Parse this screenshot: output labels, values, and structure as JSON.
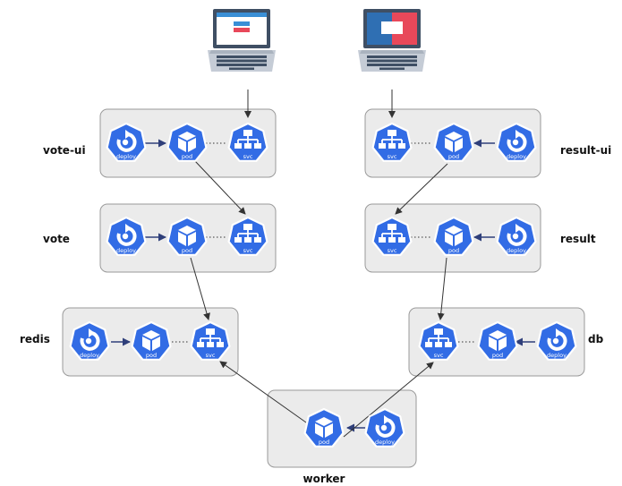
{
  "colors": {
    "k8s_blue": "#326ce5",
    "k8s_outline": "#ffffff",
    "group_fill": "#ebebeb",
    "group_stroke": "#9a9a9a",
    "flow_arrow": "#2f3f7a",
    "vote_screen_header": "#3a8fd6",
    "result_screen_left": "#2f6fb3",
    "result_screen_right": "#e8485a"
  },
  "groups": {
    "vote_ui": {
      "label": "vote-ui",
      "icons": {
        "deploy": "deploy",
        "pod": "pod",
        "svc": "svc"
      }
    },
    "vote": {
      "label": "vote",
      "icons": {
        "deploy": "deploy",
        "pod": "pod",
        "svc": "svc"
      }
    },
    "redis": {
      "label": "redis",
      "icons": {
        "deploy": "deploy",
        "pod": "pod",
        "svc": "svc"
      }
    },
    "result_ui": {
      "label": "result-ui",
      "icons": {
        "svc": "svc",
        "pod": "pod",
        "deploy": "deploy"
      }
    },
    "result": {
      "label": "result",
      "icons": {
        "svc": "svc",
        "pod": "pod",
        "deploy": "deploy"
      }
    },
    "db": {
      "label": "db",
      "icons": {
        "svc": "svc",
        "pod": "pod",
        "deploy": "deploy"
      }
    },
    "worker": {
      "label": "worker",
      "icons": {
        "pod": "pod",
        "deploy": "deploy"
      }
    }
  },
  "icon_names": {
    "deploy": "deployment-icon",
    "pod": "pod-icon",
    "svc": "service-icon",
    "laptop": "laptop-icon"
  }
}
